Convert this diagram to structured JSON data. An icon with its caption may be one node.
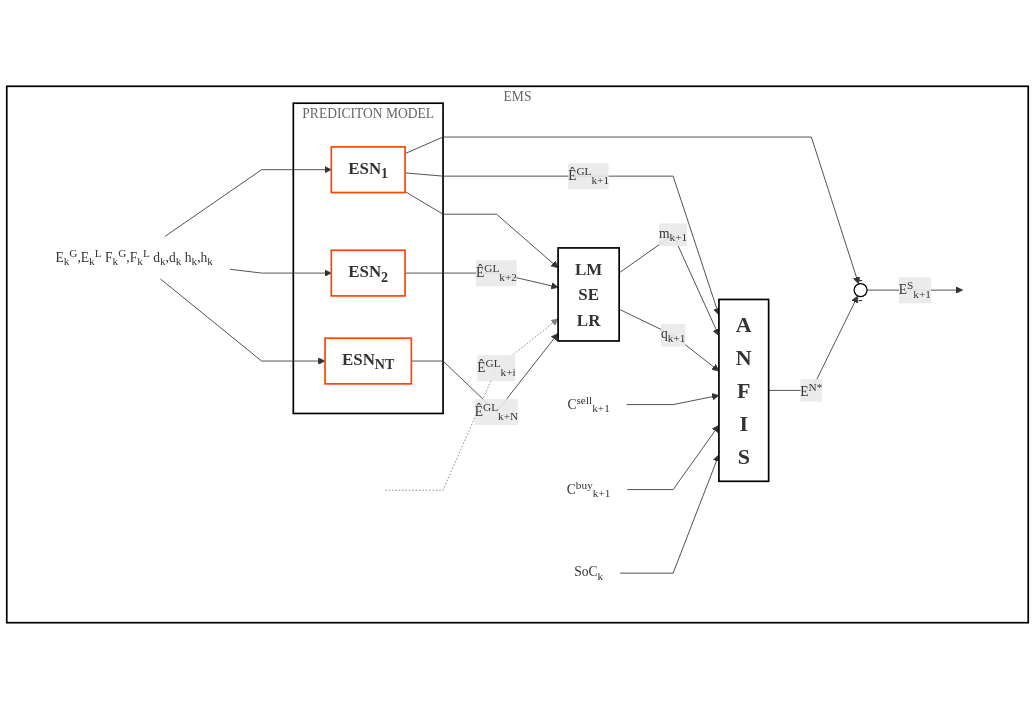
{
  "diagram": {
    "nodes": [
      {
        "text": [
          "EMS"
        ]
      },
      {
        "text": [
          "PREDICITON MODEL"
        ],
        "in": 0
      },
      {
        "text": [
          "ESN$_{1}$"
        ],
        "in": 1
      },
      {
        "text": [
          "ESN$_{2}$"
        ],
        "in": 1
      },
      {
        "text": [
          "ESN$_{NT}$"
        ],
        "in": 1
      },
      {
        "text": [
          "E$_{k}$$^{G}$,E$_{k}$$^{L}$ F$_{k}$$^{G}$,F$_{k}$$^{L}$ d$_{k}$,d$_{k}$ h$_{k}$,h$_{k}$"
        ],
        "in": 0
      },
      {
        "text": [
          "LM",
          "SE",
          "LR"
        ],
        "in": 0
      },
      {
        "text": [
          "A N F I S"
        ],
        "in": 0
      },
      {
        "text": [
          "-",
          "-"
        ],
        "in": 0
      },
      {
        "text": [
          "C$^{sell}$$_{k+1}$"
        ],
        "in": 0
      },
      {
        "text": [
          "C$^{buy}$$_{k+1}$"
        ],
        "in": 0
      },
      {
        "text": [
          "SoC$_{k}$"
        ],
        "in": 0
      }
    ],
    "edges": [
      {
        "from": 5,
        "to": 2,
        "arrow": "to"
      },
      {
        "from": 5,
        "to": 3,
        "arrow": "to"
      },
      {
        "from": 5,
        "to": 4,
        "arrow": "to"
      },
      {
        "from": 2,
        "to": 7,
        "arrow": "to",
        "label": "Ê$^{GL}$$_{k+1}$"
      },
      {
        "from": 2,
        "to": 6,
        "arrow": "to"
      },
      {
        "from": 2,
        "to": 8,
        "arrow": "to"
      },
      {
        "from": 3,
        "to": 6,
        "arrow": "to",
        "label": "Ê$^{GL}$$_{k+2}$"
      },
      {
        "from": null,
        "to": 6,
        "arrow": "to",
        "label": "Ê$^{GL}$$_{k+i}$",
        "style": "dashed",
        "color": "#808080"
      },
      {
        "from": 4,
        "to": 6,
        "arrow": "to",
        "label": "Ê$^{GL}$$_{k+N}$"
      },
      {
        "from": 6,
        "to": 7,
        "arrow": "to",
        "label": "m$_{k+1}$"
      },
      {
        "from": 6,
        "to": 7,
        "arrow": "to",
        "label": "q$_{k+1}$"
      },
      {
        "from": 7,
        "to": 8,
        "arrow": "to",
        "label": "E$^{N*}$"
      },
      {
        "from": 8,
        "to": null,
        "arrow": "to",
        "label": "E$^{S}$$_{k+1}$"
      },
      {
        "from": 9,
        "to": 7,
        "arrow": "to"
      },
      {
        "from": 10,
        "to": 7,
        "arrow": "to"
      },
      {
        "from": 11,
        "to": 7,
        "arrow": "to"
      }
    ]
  }
}
